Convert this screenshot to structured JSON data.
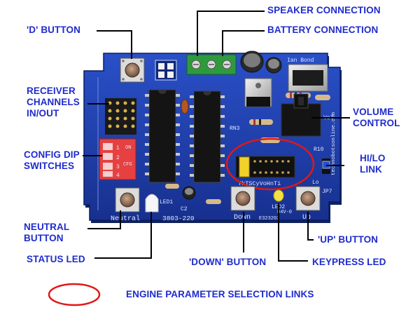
{
  "labels": {
    "d_button": "'D' BUTTON",
    "speaker_connection": "SPEAKER CONNECTION",
    "battery_connection": "BATTERY CONNECTION",
    "receiver_channels": "RECEIVER\nCHANNELS\nIN/OUT",
    "volume_control": "VOLUME\nCONTROL",
    "config_dip_switches": "CONFIG DIP\nSWITCHES",
    "hi_lo_link": "HI/LO\nLINK",
    "neutral_button": "NEUTRAL\nBUTTON",
    "up_button": "'UP' BUTTON",
    "status_led": "STATUS LED",
    "down_button": "'DOWN' BUTTON",
    "keypress_led": "KEYPRESS LED",
    "engine_parameter_links": "ENGINE PARAMETER SELECTION LINKS"
  },
  "board_silkscreen": {
    "neutral": "Neutral",
    "part_number": "3803-220",
    "down": "Down",
    "up": "Up",
    "led1": "LED1",
    "led2": "LED2",
    "jp7": "JP7",
    "lo": "Lo",
    "rn3": "RN3",
    "r10": "R10",
    "c2": "C2",
    "code": "E323202",
    "version": "D4V-0",
    "link_row": "TkTSCyVoHnTi",
    "vol": "Vol",
    "website": "technobotsonline.com",
    "designer": "Ian Bond",
    "dip_numbers": [
      "1",
      "2",
      "3",
      "4"
    ],
    "dip_on": "ON",
    "dip_cfg": "CFG"
  },
  "colors": {
    "label_text": "#1f2ccc",
    "board": "#1e3fb0",
    "highlight_ellipse": "#e01818",
    "dip_switch": "#e64040"
  },
  "icons": [
    "push-button-icon",
    "dip-switch-icon",
    "led-icon",
    "ic-chip-icon",
    "potentiometer-icon",
    "terminal-block-icon",
    "capacitor-icon",
    "regulator-icon"
  ]
}
